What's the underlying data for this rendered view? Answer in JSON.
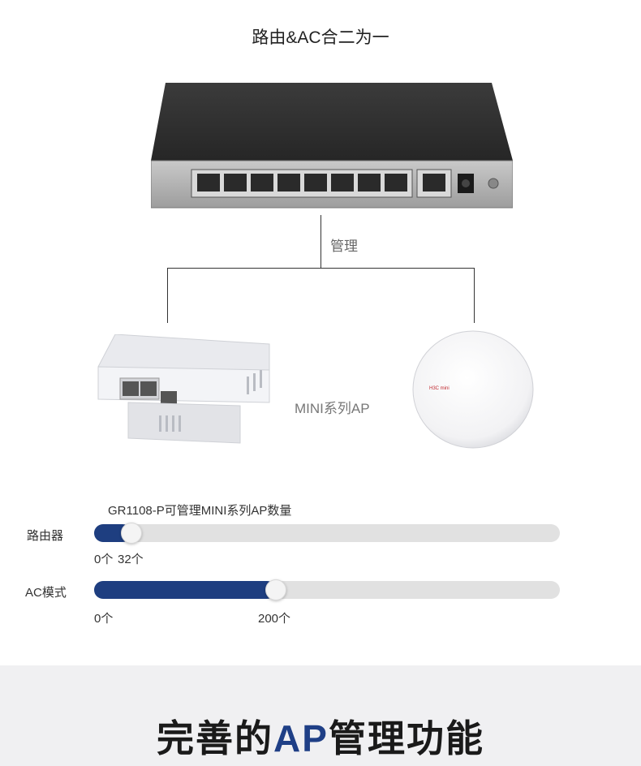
{
  "header": {
    "title": "路由&AC合二为一"
  },
  "diagram": {
    "management_label": "管理",
    "ap_series_label": "MINI系列AP",
    "ceiling_brand": "H3C mini"
  },
  "capacity": {
    "title": "GR1108-P可管理MINI系列AP数量",
    "router_mode": {
      "label": "路由器",
      "start_label": "0个",
      "max_label": "32个",
      "level_fraction": 0.08
    },
    "ac_mode": {
      "label": "AC模式",
      "start_label": "0个",
      "max_label": "200个",
      "level_fraction": 0.39
    },
    "colors": {
      "fill": "#1e3e80",
      "track": "#e1e1e1"
    }
  },
  "footer": {
    "title_prefix": "完善的",
    "title_accent": "AP",
    "title_suffix": "管理功能",
    "accent_color": "#1f3f86"
  }
}
